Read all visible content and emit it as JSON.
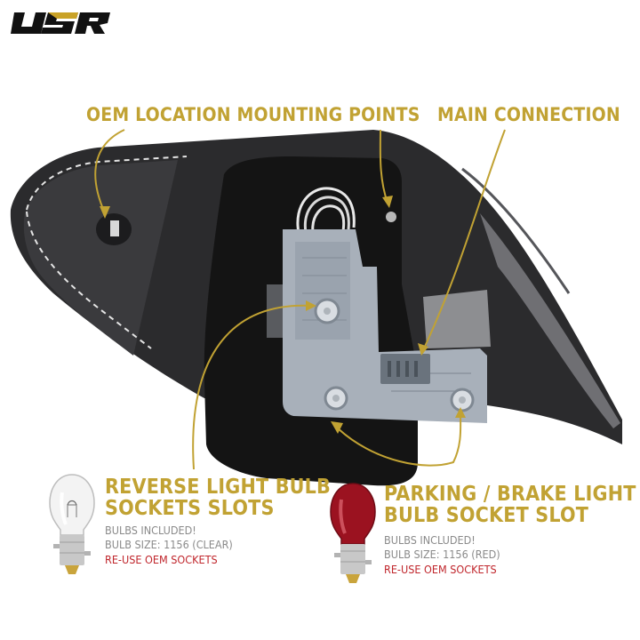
{
  "brand": {
    "logo_text": "USR"
  },
  "callouts": {
    "mounting_points": "OEM LOCATION MOUNTING POINTS",
    "main_connection": "MAIN CONNECTION",
    "reverse": {
      "line1": "REVERSE LIGHT BULB",
      "line2": "SOCKETS SLOTS"
    },
    "parking": {
      "line1": "PARKING / BRAKE LIGHT",
      "line2": "BULB SOCKET SLOT"
    }
  },
  "reverse_notes": {
    "included": "BULBS INCLUDED!",
    "size": "BULB SIZE: 1156 (CLEAR)",
    "reuse": "RE-USE OEM SOCKETS"
  },
  "parking_notes": {
    "included": "BULBS INCLUDED!",
    "size": "BULB SIZE: 1156 (RED)",
    "reuse": "RE-USE OEM SOCKETS"
  },
  "colors": {
    "callout_gold": "#c1a233",
    "note_grey": "#8a8a8a",
    "note_red": "#c0262c",
    "housing_dark": "#2b2b2d",
    "plate_black": "#141414",
    "socket_grey": "#a8b0ba",
    "bulb_red": "#9b1220"
  }
}
